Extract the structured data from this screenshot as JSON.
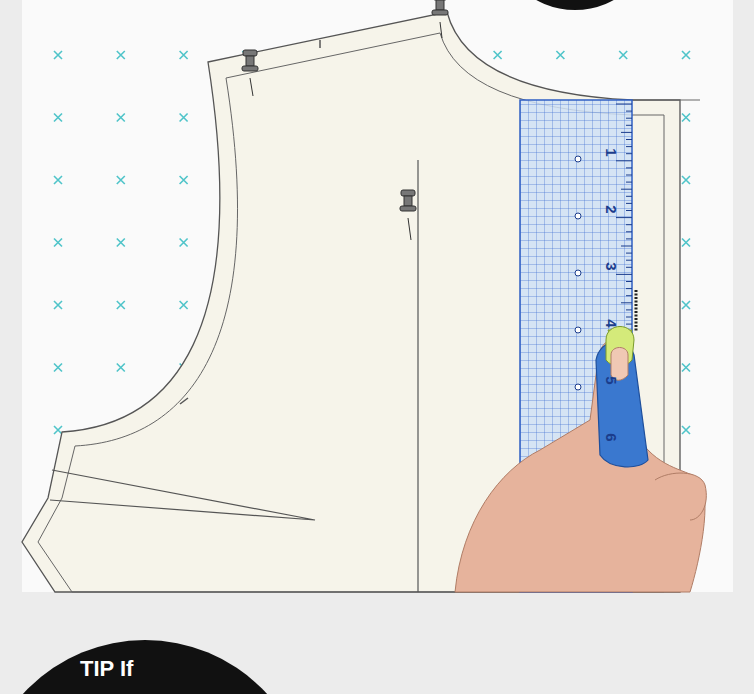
{
  "diagram": {
    "nodes": [
      {
        "text": [
          "TIP If"
        ]
      }
    ],
    "labels": [
      "1",
      "2",
      "3",
      "4",
      "5",
      "6"
    ]
  }
}
